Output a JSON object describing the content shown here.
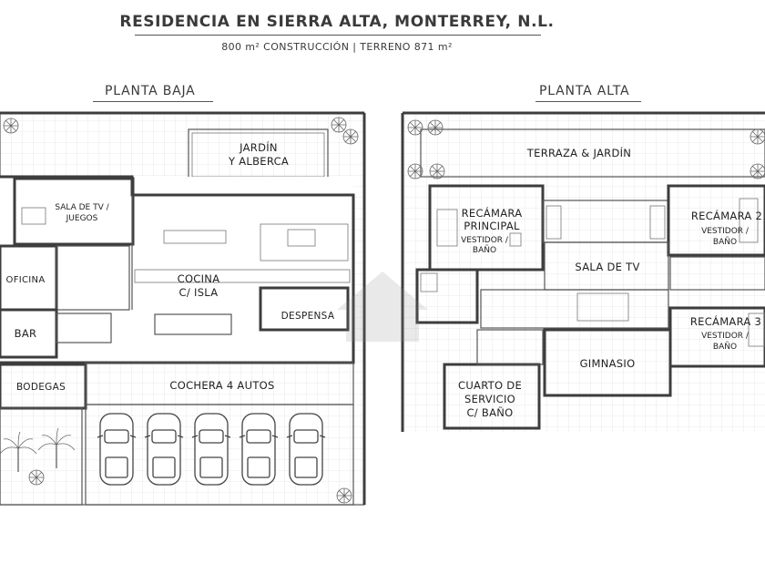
{
  "header": {
    "title": "RESIDENCIA EN SIERRA ALTA, MONTERREY, N.L.",
    "subtitle": "800 m² CONSTRUCCIÓN | TERRENO 871 m²"
  },
  "floors": [
    {
      "title": "PLANTA BAJA",
      "rooms": {
        "garden": [
          "JARDÍN",
          "Y ALBERCA"
        ],
        "tv": [
          "SALA DE TV /",
          "JUEGOS"
        ],
        "office": "OFICINA",
        "kitchen": [
          "COCINA",
          "C/ ISLA"
        ],
        "pantry": "DESPENSA",
        "bar": "BAR",
        "cellar": "BODEGAS",
        "garage": "COCHERA 4 AUTOS"
      }
    },
    {
      "title": "PLANTA ALTA",
      "rooms": {
        "terrace": "TERRAZA & JARDÍN",
        "master": [
          "RECÁMARA",
          "PRINCIPAL",
          "VESTIDOR /",
          "BAÑO"
        ],
        "bed2": [
          "RECÁMARA 2",
          "VESTIDOR /",
          "BAÑO"
        ],
        "tvroom": "SALA DE TV",
        "bed3": [
          "RECÁMARA 3",
          "VESTIDOR /",
          "BAÑO"
        ],
        "gym": "GIMNASIO",
        "service": [
          "CUARTO DE",
          "SERVICIO",
          "C/ BAÑO"
        ]
      }
    }
  ],
  "icons": [
    "tree-icon",
    "car-icon",
    "watermark-logo"
  ],
  "colors": {
    "wall": "#3d3d3d",
    "paper": "#ffffff",
    "hatch": "#cfcfcf"
  }
}
